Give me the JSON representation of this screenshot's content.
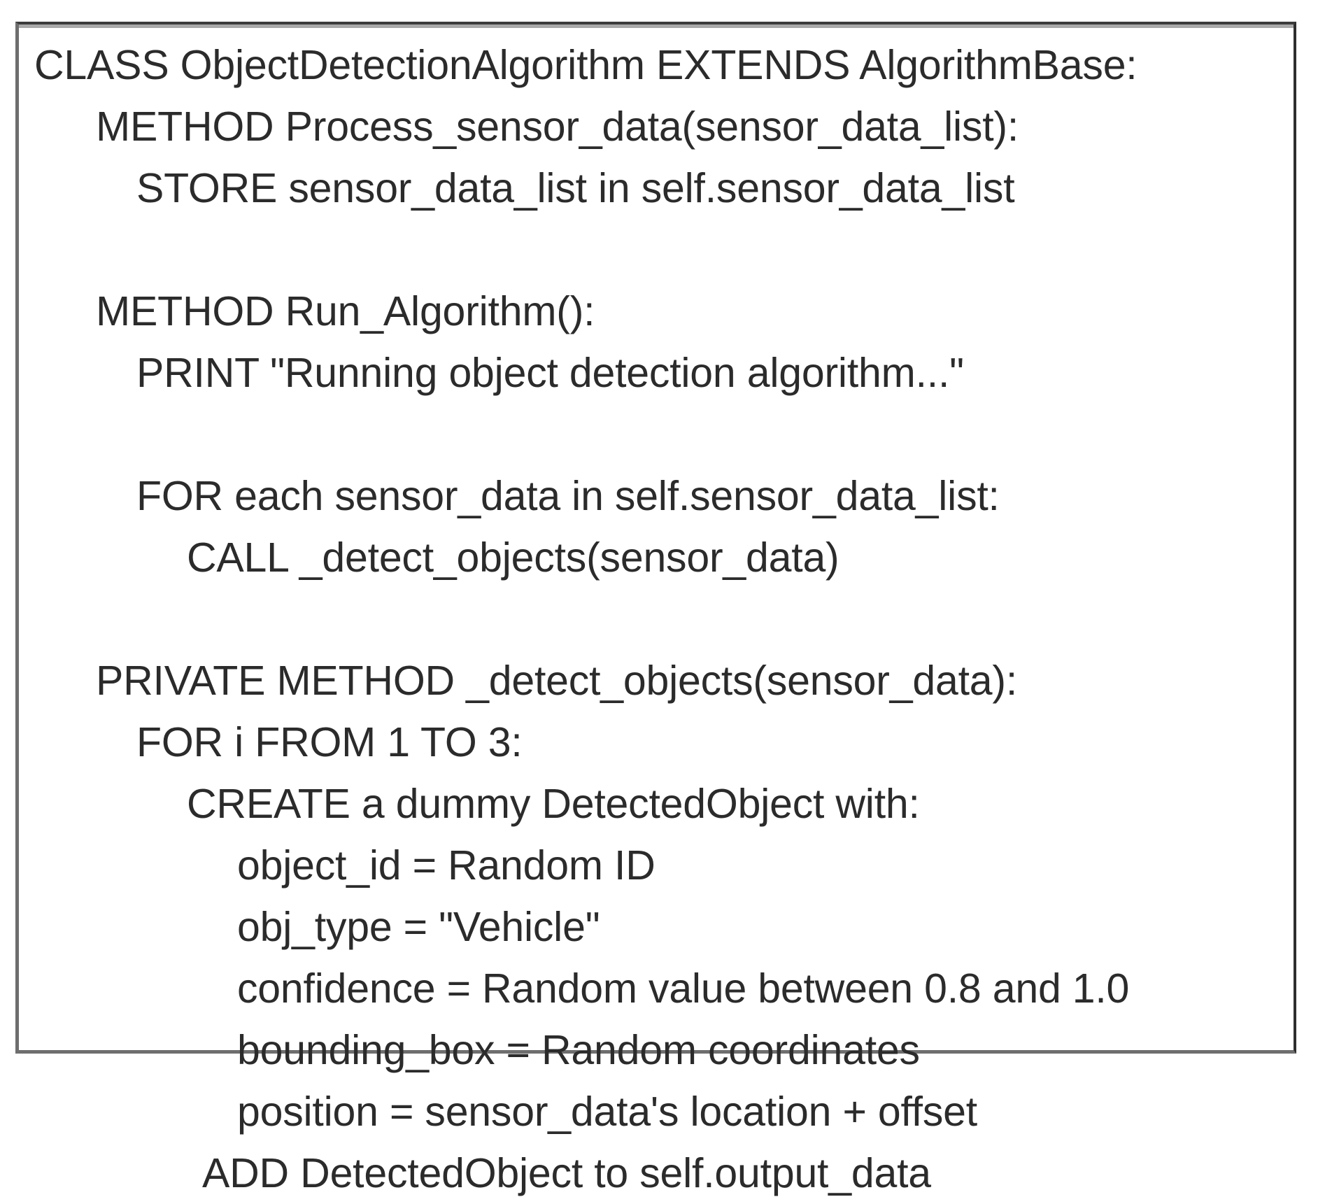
{
  "figure": {
    "kind": "pseudocode-listing",
    "border_color": "#6e6e6e",
    "text_color": "#2b2b2b",
    "background_color": "#ffffff"
  },
  "pseudocode": {
    "lines": [
      {
        "indent": 0,
        "text": "CLASS ObjectDetectionAlgorithm EXTENDS AlgorithmBase:"
      },
      {
        "indent": 1,
        "text": "METHOD Process_sensor_data(sensor_data_list):"
      },
      {
        "indent": 2,
        "text": "STORE sensor_data_list in self.sensor_data_list"
      },
      {
        "indent": 0,
        "text": ""
      },
      {
        "indent": 1,
        "text": "METHOD Run_Algorithm():"
      },
      {
        "indent": 2,
        "text": "PRINT \"Running object detection algorithm...\""
      },
      {
        "indent": 0,
        "text": ""
      },
      {
        "indent": 2,
        "text": "FOR each sensor_data in self.sensor_data_list:"
      },
      {
        "indent": 3,
        "text": "CALL _detect_objects(sensor_data)"
      },
      {
        "indent": 0,
        "text": ""
      },
      {
        "indent": 1,
        "text": "PRIVATE METHOD _detect_objects(sensor_data):"
      },
      {
        "indent": 2,
        "text": "FOR i FROM 1 TO 3:"
      },
      {
        "indent": 3,
        "text": "CREATE a dummy DetectedObject with:"
      },
      {
        "indent": 4,
        "text": "object_id = Random ID"
      },
      {
        "indent": 4,
        "text": "obj_type = \"Vehicle\""
      },
      {
        "indent": 4,
        "text": "confidence = Random value between 0.8 and 1.0"
      },
      {
        "indent": 4,
        "text": "bounding_box = Random coordinates"
      },
      {
        "indent": 4,
        "text": "position = sensor_data's location + offset"
      },
      {
        "indent": "add",
        "text": "ADD DetectedObject to self.output_data"
      }
    ]
  }
}
